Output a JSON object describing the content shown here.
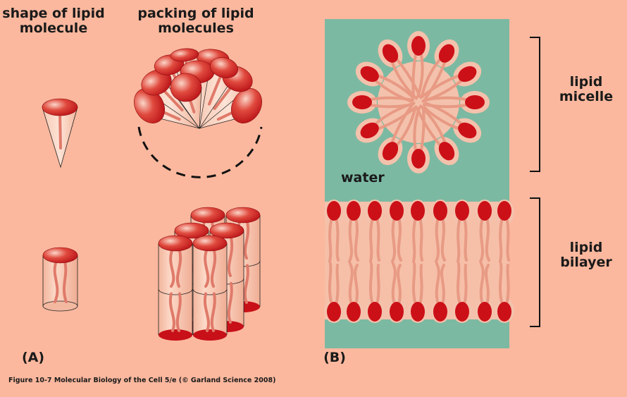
{
  "panel_a": {
    "label": "(A)",
    "col1_title_line1": "shape of lipid",
    "col1_title_line2": "molecule",
    "col2_title_line1": "packing of lipid",
    "col2_title_line2": "molecules"
  },
  "panel_b": {
    "label": "(B)",
    "water_label": "water",
    "micelle_label_line1": "lipid",
    "micelle_label_line2": "micelle",
    "bilayer_label_line1": "lipid",
    "bilayer_label_line2": "bilayer"
  },
  "caption": "Figure 10-7  Molecular Biology of the Cell 5/e (© Garland Science 2008)",
  "colors": {
    "background": "#fbb89e",
    "water": "#7cb9a2",
    "head": "#cc1018",
    "tail": "#e89a84",
    "halo": "#f4c2ac"
  }
}
